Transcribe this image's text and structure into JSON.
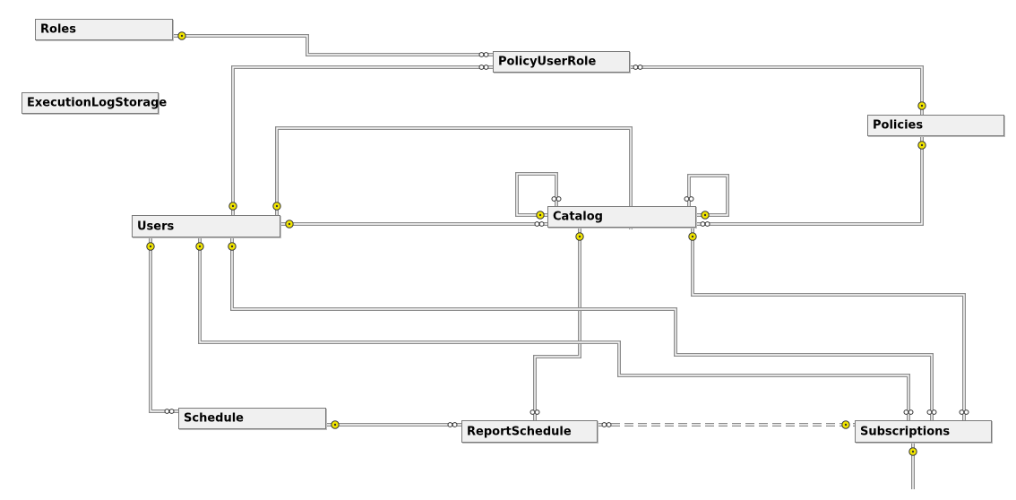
{
  "diagram": {
    "tables": [
      {
        "id": "roles",
        "name": "Roles"
      },
      {
        "id": "policyuserrole",
        "name": "PolicyUserRole"
      },
      {
        "id": "executionlogstorage",
        "name": "ExecutionLogStorage"
      },
      {
        "id": "policies",
        "name": "Policies"
      },
      {
        "id": "users",
        "name": "Users"
      },
      {
        "id": "catalog",
        "name": "Catalog"
      },
      {
        "id": "schedule",
        "name": "Schedule"
      },
      {
        "id": "reportschedule",
        "name": "ReportSchedule"
      },
      {
        "id": "subscriptions",
        "name": "Subscriptions"
      }
    ],
    "relationships": [
      {
        "from": "Roles",
        "to": "PolicyUserRole"
      },
      {
        "from": "Users",
        "to": "PolicyUserRole"
      },
      {
        "from": "Policies",
        "to": "PolicyUserRole"
      },
      {
        "from": "Policies",
        "to": "Catalog"
      },
      {
        "from": "Users",
        "to": "Catalog"
      },
      {
        "from": "Users",
        "to": "Catalog"
      },
      {
        "from": "Catalog",
        "to": "Catalog"
      },
      {
        "from": "Catalog",
        "to": "Catalog"
      },
      {
        "from": "Catalog",
        "to": "ReportSchedule"
      },
      {
        "from": "Catalog",
        "to": "Subscriptions"
      },
      {
        "from": "Users",
        "to": "Schedule"
      },
      {
        "from": "Users",
        "to": "Subscriptions"
      },
      {
        "from": "Users",
        "to": "Subscriptions"
      },
      {
        "from": "Schedule",
        "to": "ReportSchedule"
      },
      {
        "from": "Subscriptions",
        "to": "ReportSchedule"
      }
    ],
    "colors": {
      "key_symbol": "#f2e600",
      "connector": "#8c8c8c",
      "table_fill": "#f0f0f0",
      "table_border": "#7a7a7a"
    }
  }
}
